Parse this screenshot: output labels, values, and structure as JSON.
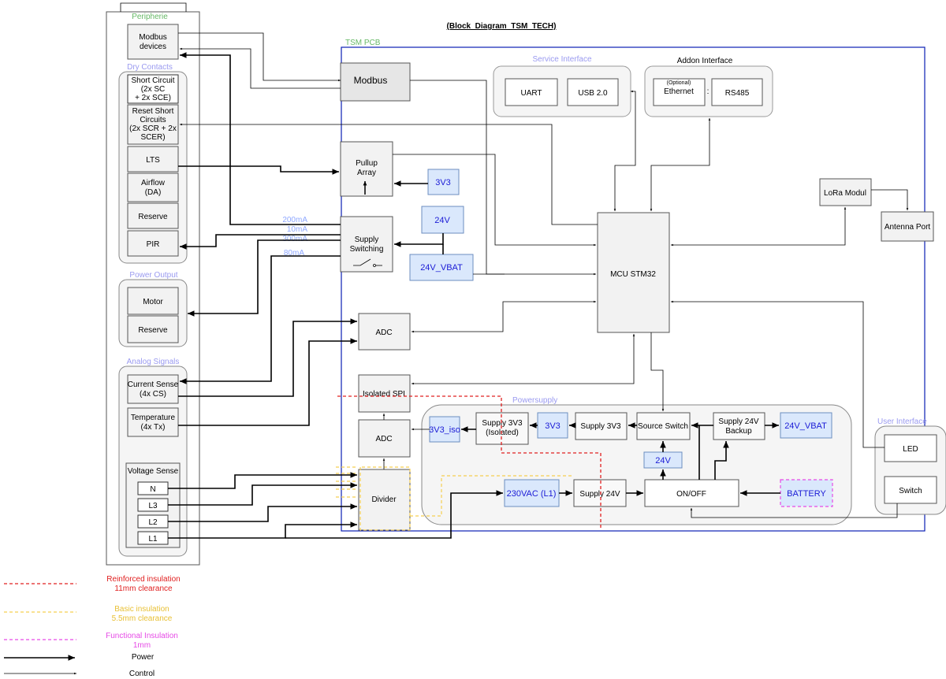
{
  "title": "(Block_Diagram_TSM_TECH)",
  "groups": {
    "peripherie": "Peripherie",
    "dry_contacts": "Dry Contacts",
    "power_output": "Power Output",
    "analog_signals": "Analog Signals",
    "tsm_pcb": "TSM PCB",
    "service_interface": "Service Interface",
    "addon_interface": "Addon Interface",
    "powersupply": "Powersupply",
    "user_interface": "User Interface"
  },
  "peripherals": {
    "modbus_devices": [
      "Modbus",
      "devices"
    ],
    "short_circuit": [
      "Short Circuit",
      "(2x SC",
      "+ 2x SCE)"
    ],
    "reset_short": [
      "Reset Short",
      "Circuits",
      "(2x SCR + 2x",
      "SCER)"
    ],
    "lts": "LTS",
    "airflow": [
      "Airflow",
      "(DA)"
    ],
    "reserve_dc": "Reserve",
    "pir": "PIR",
    "motor": "Motor",
    "reserve_po": "Reserve",
    "current_sense": [
      "Current Sense",
      "(4x CS)"
    ],
    "temperature": [
      "Temperature",
      "(4x Tx)"
    ],
    "voltage_sense": "Voltage Sense",
    "n": "N",
    "l3": "L3",
    "l2": "L2",
    "l1": "L1"
  },
  "blocks": {
    "modbus": "Modbus",
    "uart": "UART",
    "usb": "USB 2.0",
    "ethernet_opt": "(Optional)",
    "ethernet": "Ethernet",
    "colon": ":",
    "rs485": "RS485",
    "pullup": [
      "Pullup",
      "Array"
    ],
    "v3v3_a": "3V3",
    "v24_a": "24V",
    "supply_switching": [
      "Supply",
      "Switching"
    ],
    "v24_vbat_a": "24V_VBAT",
    "mcu": "MCU STM32",
    "lora": "LoRa Modul",
    "antenna": "Antenna Port",
    "adc_top": "ADC",
    "isolated_spi": "Isolated SPI",
    "adc_bottom": "ADC",
    "divider": "Divider",
    "v3v3_iso": "3V3_iso",
    "supply_3v3_iso": [
      "Supply 3V3",
      "(Isolated)"
    ],
    "v3v3_b": "3V3",
    "supply_3v3": "Supply 3V3",
    "source_switch": "Source Switch",
    "supply_24v_backup": [
      "Supply 24V",
      "Backup"
    ],
    "v24_vbat_b": "24V_VBAT",
    "v24_b": "24V",
    "vac": "230VAC (L1)",
    "supply_24v": "Supply 24V",
    "on_off": "ON/OFF",
    "battery": "BATTERY",
    "led": "LED",
    "switch": "Switch"
  },
  "currents": [
    "200mA",
    "10mA",
    "300mA",
    "80mA"
  ],
  "legend": {
    "reinforced": [
      "Reinforced insulation",
      "11mm clearance"
    ],
    "basic": [
      "Basic insulation",
      "5.5mm clearance"
    ],
    "functional": [
      "Functional Insulation",
      "1mm"
    ],
    "power": "Power",
    "control": "Control"
  },
  "colors": {
    "pcb_border": "#0b1fb5",
    "voltage_fill": "#dae8fc",
    "voltage_text": "#1b1bd6",
    "modbus_fill": "#e6e6e6",
    "reinforced": "#e02020",
    "basic": "#f5cf50",
    "functional": "#e64ae6",
    "group_label": "#9a9af0",
    "peripherie_label": "#66b866"
  }
}
